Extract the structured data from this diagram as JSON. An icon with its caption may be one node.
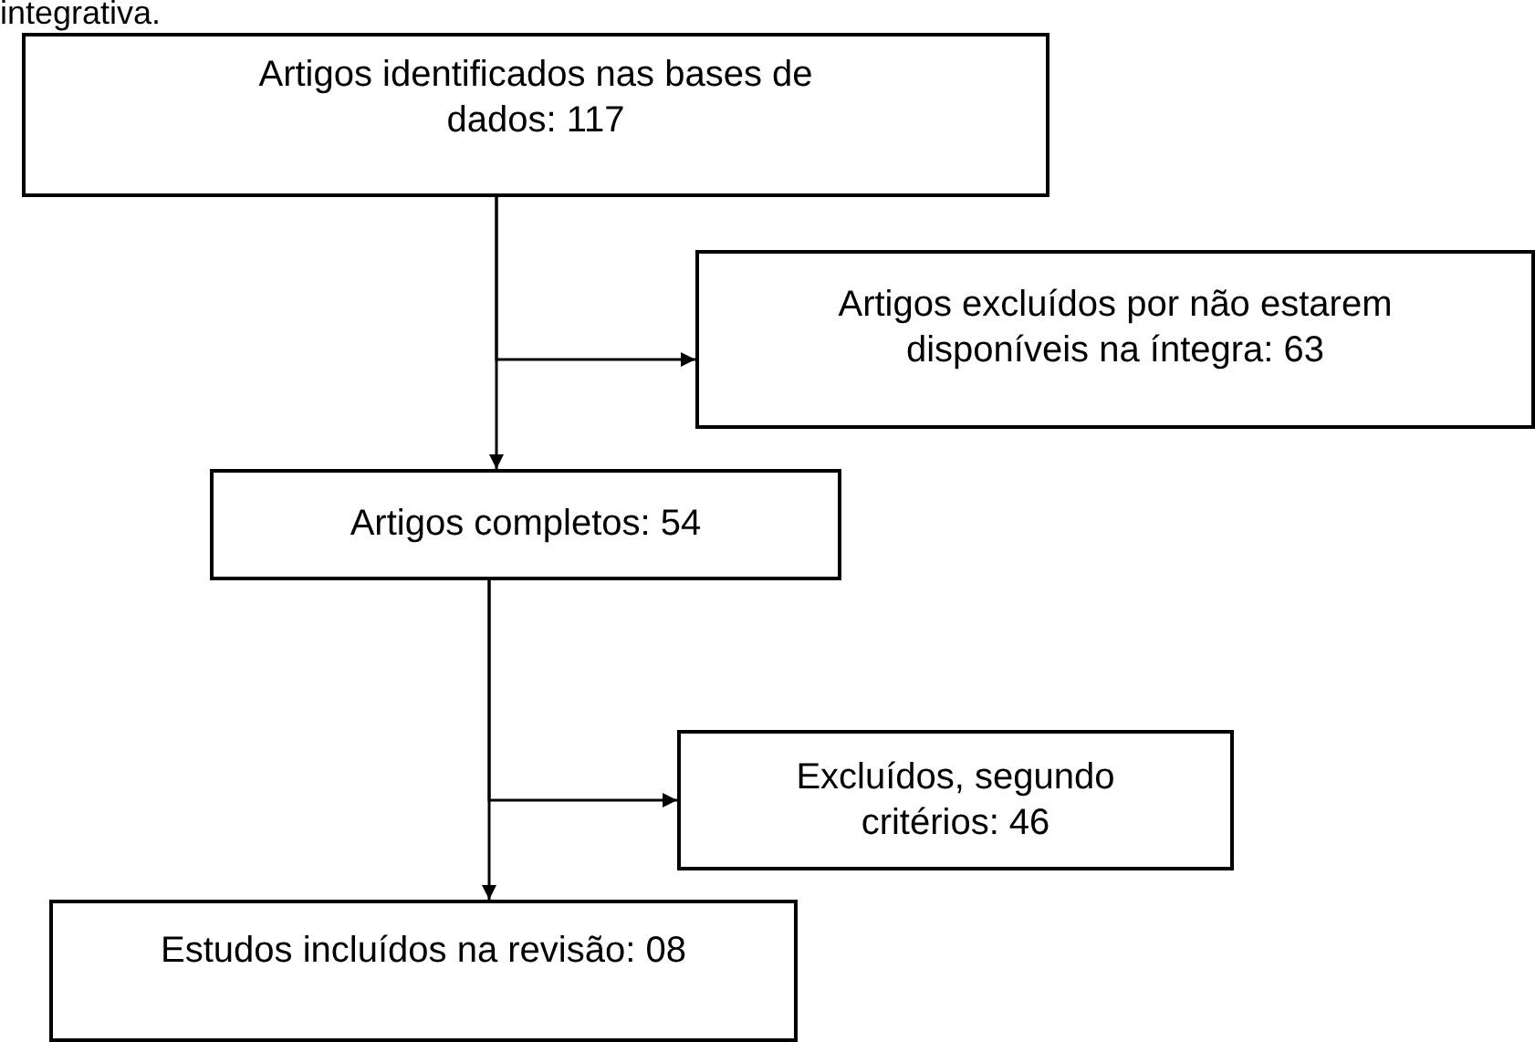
{
  "diagram": {
    "nodes": [
      {
        "text": [
          "Artigos identificados nas bases de dados: 117"
        ]
      },
      {
        "text": [
          "Artigos excluídos por não estarem disponíveis na íntegra: 63"
        ]
      },
      {
        "text": [
          "Artigos completos: 54"
        ]
      },
      {
        "text": [
          "Excluídos, segundo critérios: 46"
        ]
      },
      {
        "text": [
          "Estudos incluídos na revisão: 08"
        ]
      }
    ],
    "edges": [
      {
        "from": 0,
        "to": 2,
        "arrow": "to"
      },
      {
        "from": 0,
        "to": 1,
        "arrow": "to"
      },
      {
        "from": 2,
        "to": 4,
        "arrow": "to"
      },
      {
        "from": 2,
        "to": 3,
        "arrow": "to"
      }
    ],
    "labels": [
      "integrativa."
    ]
  }
}
